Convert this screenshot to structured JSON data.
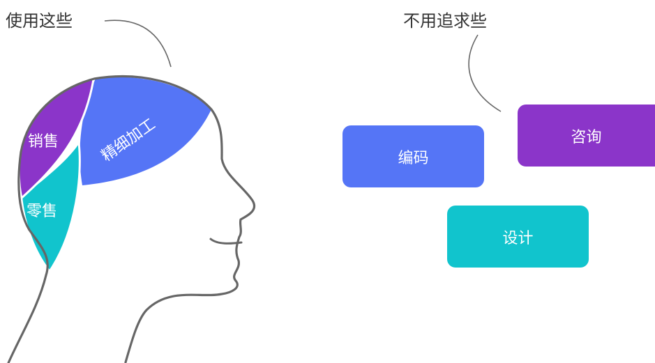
{
  "labels": {
    "use_these": "使用这些",
    "no_pursue": "不用追求些"
  },
  "head_segments": {
    "sales": "销售",
    "refine": "精细加工",
    "retail": "零售"
  },
  "boxes": {
    "coding": "编码",
    "consulting": "咨询",
    "design": "设计"
  },
  "colors": {
    "purple": "#8B35C9",
    "blue": "#5575F6",
    "teal": "#11C4CD",
    "outline": "#666666"
  }
}
